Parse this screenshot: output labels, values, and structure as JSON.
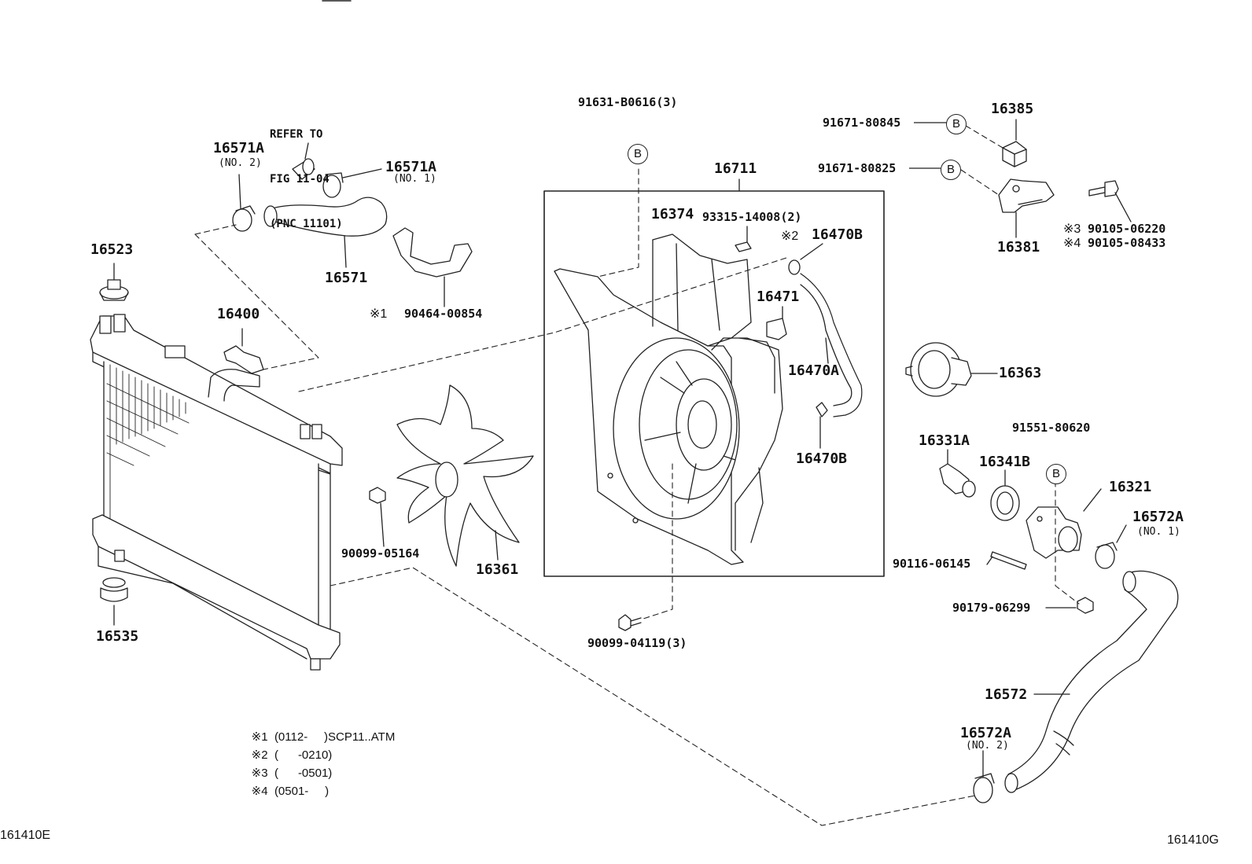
{
  "reference_note": {
    "line1": "REFER TO",
    "line2": "FIG 11-04",
    "line3": "(PNC 11101)"
  },
  "parts": {
    "p16571A_no2": "16571A",
    "p16571A_no2_sub": "(NO. 2)",
    "p16571A_no1": "16571A",
    "p16571A_no1_sub": "(NO. 1)",
    "p16571": "16571",
    "p16523": "16523",
    "p16400": "16400",
    "p90464": "90464-00854",
    "p90464_note": "※1",
    "p16535": "16535",
    "p90099_05164": "90099-05164",
    "p16361": "16361",
    "p91631": "91631-B0616(3)",
    "p16711": "16711",
    "p16374": "16374",
    "p93315": "93315-14008(2)",
    "p16470B_top": "16470B",
    "p16470B_top_note": "※2",
    "p16471": "16471",
    "p16470A": "16470A",
    "p16470B_bot": "16470B",
    "p90099_04119": "90099-04119(3)",
    "p91671_80845": "91671-80845",
    "p91671_80825": "91671-80825",
    "p16385": "16385",
    "p16381": "16381",
    "p90105_06220": "90105-06220",
    "p90105_06220_note": "※3",
    "p90105_08433": "90105-08433",
    "p90105_08433_note": "※4",
    "p16363": "16363",
    "p16331A": "16331A",
    "p16341B": "16341B",
    "p91551": "91551-80620",
    "p16321": "16321",
    "p16572A_no1": "16572A",
    "p16572A_no1_sub": "(NO. 1)",
    "p90116": "90116-06145",
    "p90179": "90179-06299",
    "p16572": "16572",
    "p16572A_no2": "16572A",
    "p16572A_no2_sub": "(NO. 2)"
  },
  "callout_letter": "B",
  "footnotes": [
    {
      "mark": "※1",
      "text": "(0112-     )SCP11..ATM"
    },
    {
      "mark": "※2",
      "text": "(      -0210)"
    },
    {
      "mark": "※3",
      "text": "(      -0501)"
    },
    {
      "mark": "※4",
      "text": "(0501-     )"
    }
  ],
  "figure_codes": {
    "left": "161410E",
    "right": "161410G"
  }
}
